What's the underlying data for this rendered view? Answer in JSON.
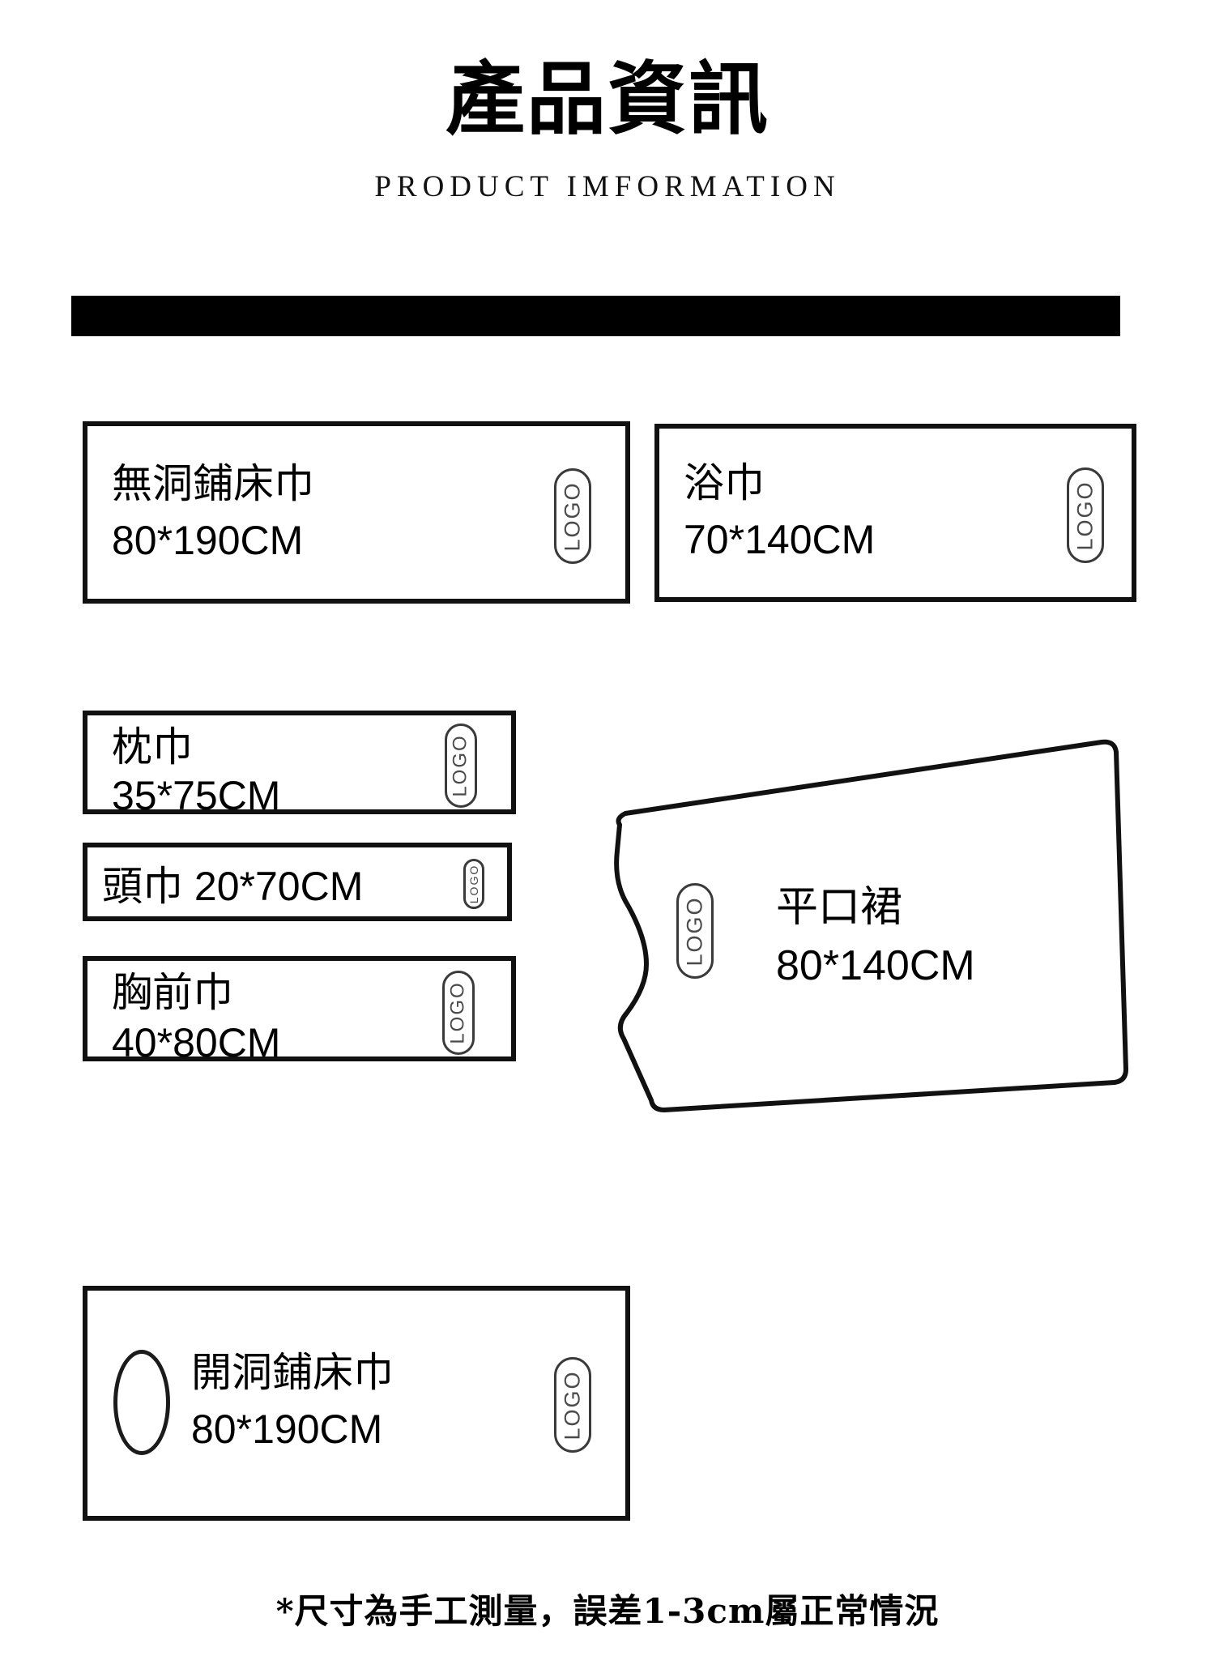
{
  "header": {
    "title": "產品資訊",
    "subtitle": "PRODUCT IMFORMATION",
    "rule_color": "#000000"
  },
  "logo_label": "LOGO",
  "products": [
    {
      "id": "flat-bed-sheet",
      "name": "無洞鋪床巾",
      "size": "80*190CM",
      "logo": "LOGO"
    },
    {
      "id": "bath-towel",
      "name": "浴巾",
      "size": "70*140CM",
      "logo": "LOGO"
    },
    {
      "id": "pillow-towel",
      "name": "枕巾",
      "size": "35*75CM",
      "logo": "LOGO"
    },
    {
      "id": "head-towel",
      "name": "頭巾 20*70CM",
      "size": "",
      "logo": "LOGO"
    },
    {
      "id": "chest-towel",
      "name": "胸前巾",
      "size": "40*80CM",
      "logo": "LOGO"
    },
    {
      "id": "wrap-skirt",
      "name": "平口裙",
      "size": "80*140CM",
      "logo": "LOGO"
    },
    {
      "id": "hole-bed-sheet",
      "name": "開洞鋪床巾",
      "size": "80*190CM",
      "logo": "LOGO"
    }
  ],
  "footer": {
    "note": "*尺寸為手工測量，誤差1-3cm屬正常情況"
  },
  "colors": {
    "ink": "#000000",
    "box_border": "#111111",
    "logo_outline": "#3a3a3a",
    "logo_text": "#4a4a4a",
    "background": "#ffffff"
  }
}
